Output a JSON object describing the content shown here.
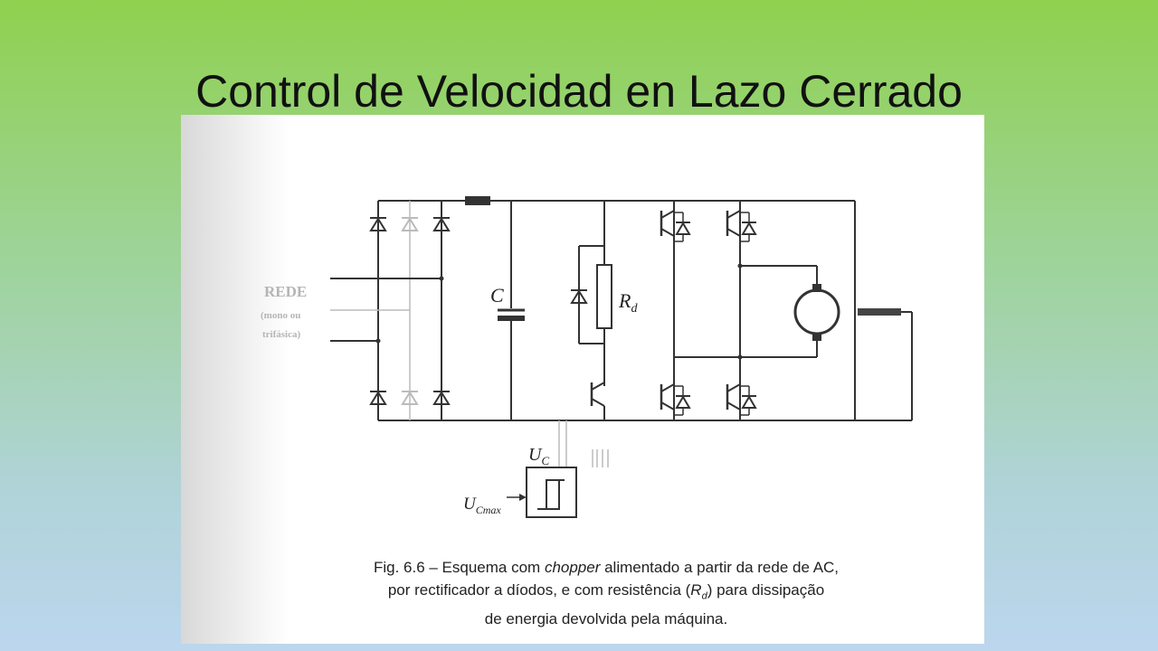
{
  "slide": {
    "title": "Control de Velocidad en Lazo Cerrado"
  },
  "diagram": {
    "rede_label": "REDE",
    "rede_sub1": "(mono ou",
    "rede_sub2": "trifásica)",
    "cap_label": "C",
    "res_label_main": "R",
    "res_label_sub": "d",
    "uc_main": "U",
    "uc_sub": "C",
    "ucmax_main": "U",
    "ucmax_sub": "Cmax"
  },
  "caption": {
    "line1_prefix": "Fig. 6.6 – Esquema com ",
    "line1_italic": "chopper",
    "line1_suffix": " alimentado a partir da rede de AC,",
    "line2_prefix": "por rectificador a díodos, e com resistência (",
    "line2_italic": "R",
    "line2_sub": "d",
    "line2_suffix": ") para dissipação",
    "line3": "de energia devolvida pela máquina."
  }
}
